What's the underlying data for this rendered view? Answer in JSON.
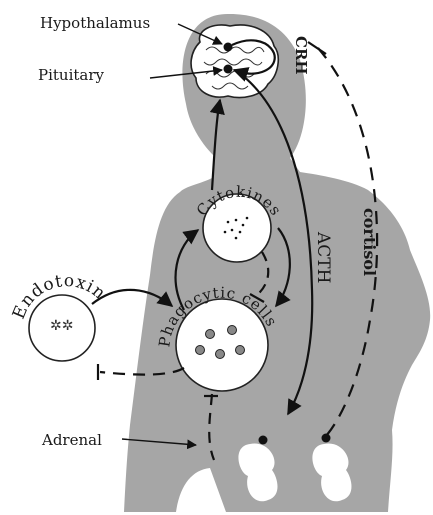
{
  "labels": {
    "hypothalamus": "Hypothalamus",
    "pituitary": "Pituitary",
    "crh": "CRH",
    "acth": "ACTH",
    "cortisol": "cortisol",
    "cytokines": "Cytokines",
    "phagocytic_cells": "Phagocytic cells",
    "endotoxin": "Endotoxin",
    "adrenal": "Adrenal"
  },
  "colors": {
    "silhouette": "#a6a6a6",
    "line": "#111111",
    "fill_white": "#ffffff"
  }
}
